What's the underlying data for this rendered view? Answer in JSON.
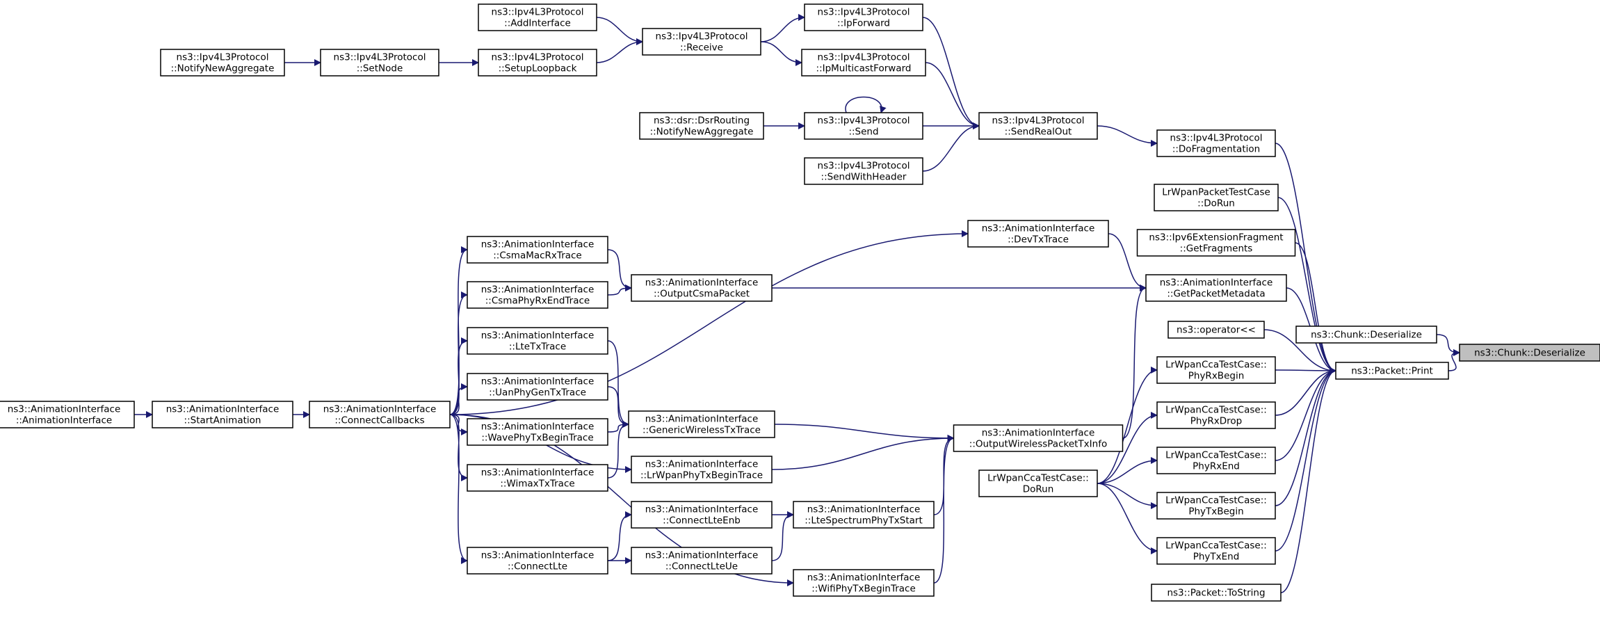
{
  "colors": {
    "edge": "#191970",
    "node_border": "#000000",
    "highlight_fill": "#bfbfbf",
    "background": "#ffffff"
  },
  "nodes": {
    "chunk_deserialize_target": {
      "lines": [
        "ns3::Chunk::Deserialize"
      ]
    },
    "chunk_deserialize": {
      "lines": [
        "ns3::Chunk::Deserialize"
      ]
    },
    "packet_print": {
      "lines": [
        "ns3::Packet::Print"
      ]
    },
    "packet_tostring": {
      "lines": [
        "ns3::Packet::ToString"
      ]
    },
    "operator_lshift": {
      "lines": [
        "ns3::operator<<"
      ]
    },
    "lrwpan_packet_test_dorun": {
      "lines": [
        "LrWpanPacketTestCase",
        "::DoRun"
      ]
    },
    "ipv6_ext_fragment_getfragments": {
      "lines": [
        "ns3::Ipv6ExtensionFragment",
        "::GetFragments"
      ]
    },
    "ipv4_dofragmentation": {
      "lines": [
        "ns3::Ipv4L3Protocol",
        "::DoFragmentation"
      ]
    },
    "anim_getpacketmetadata": {
      "lines": [
        "ns3::AnimationInterface",
        "::GetPacketMetadata"
      ]
    },
    "cca_phyrxbegin": {
      "lines": [
        "LrWpanCcaTestCase::",
        "PhyRxBegin"
      ]
    },
    "cca_phyrxdrop": {
      "lines": [
        "LrWpanCcaTestCase::",
        "PhyRxDrop"
      ]
    },
    "cca_phyrxend": {
      "lines": [
        "LrWpanCcaTestCase::",
        "PhyRxEnd"
      ]
    },
    "cca_phytxbegin": {
      "lines": [
        "LrWpanCcaTestCase::",
        "PhyTxBegin"
      ]
    },
    "cca_phytxend": {
      "lines": [
        "LrWpanCcaTestCase::",
        "PhyTxEnd"
      ]
    },
    "cca_dorun": {
      "lines": [
        "LrWpanCcaTestCase::",
        "DoRun"
      ]
    },
    "ipv4_sendrealout": {
      "lines": [
        "ns3::Ipv4L3Protocol",
        "::SendRealOut"
      ]
    },
    "anim_devtxtrace": {
      "lines": [
        "ns3::AnimationInterface",
        "::DevTxTrace"
      ]
    },
    "anim_outputwirelesspackettxinfo": {
      "lines": [
        "ns3::AnimationInterface",
        "::OutputWirelessPacketTxInfo"
      ]
    },
    "ipv4_ipforward": {
      "lines": [
        "ns3::Ipv4L3Protocol",
        "::IpForward"
      ]
    },
    "ipv4_ipmulticastforward": {
      "lines": [
        "ns3::Ipv4L3Protocol",
        "::IpMulticastForward"
      ]
    },
    "ipv4_send": {
      "lines": [
        "ns3::Ipv4L3Protocol",
        "::Send"
      ]
    },
    "ipv4_sendwithheader": {
      "lines": [
        "ns3::Ipv4L3Protocol",
        "::SendWithHeader"
      ]
    },
    "anim_ltespectrumphytxstart": {
      "lines": [
        "ns3::AnimationInterface",
        "::LteSpectrumPhyTxStart"
      ]
    },
    "anim_wifiphytxbegintrace": {
      "lines": [
        "ns3::AnimationInterface",
        "::WifiPhyTxBeginTrace"
      ]
    },
    "ipv4_receive": {
      "lines": [
        "ns3::Ipv4L3Protocol",
        "::Receive"
      ]
    },
    "dsr_notifynewaggregate": {
      "lines": [
        "ns3::dsr::DsrRouting",
        "::NotifyNewAggregate"
      ]
    },
    "anim_outputcsmapacket": {
      "lines": [
        "ns3::AnimationInterface",
        "::OutputCsmaPacket"
      ]
    },
    "anim_genericwirelesstxtrace": {
      "lines": [
        "ns3::AnimationInterface",
        "::GenericWirelessTxTrace"
      ]
    },
    "anim_lrwpanphytxbegintrace": {
      "lines": [
        "ns3::AnimationInterface",
        "::LrWpanPhyTxBeginTrace"
      ]
    },
    "anim_connectlteenb": {
      "lines": [
        "ns3::AnimationInterface",
        "::ConnectLteEnb"
      ]
    },
    "anim_connectlteue": {
      "lines": [
        "ns3::AnimationInterface",
        "::ConnectLteUe"
      ]
    },
    "ipv4_addinterface": {
      "lines": [
        "ns3::Ipv4L3Protocol",
        "::AddInterface"
      ]
    },
    "ipv4_setuploopback": {
      "lines": [
        "ns3::Ipv4L3Protocol",
        "::SetupLoopback"
      ]
    },
    "anim_csmamacrxtrace": {
      "lines": [
        "ns3::AnimationInterface",
        "::CsmaMacRxTrace"
      ]
    },
    "anim_csmaphyrxendtrace": {
      "lines": [
        "ns3::AnimationInterface",
        "::CsmaPhyRxEndTrace"
      ]
    },
    "anim_ltetxtrace": {
      "lines": [
        "ns3::AnimationInterface",
        "::LteTxTrace"
      ]
    },
    "anim_uanphygentxtrace": {
      "lines": [
        "ns3::AnimationInterface",
        "::UanPhyGenTxTrace"
      ]
    },
    "anim_wavephytxbegintrace": {
      "lines": [
        "ns3::AnimationInterface",
        "::WavePhyTxBeginTrace"
      ]
    },
    "anim_wimaxtxtrace": {
      "lines": [
        "ns3::AnimationInterface",
        "::WimaxTxTrace"
      ]
    },
    "anim_connectlte": {
      "lines": [
        "ns3::AnimationInterface",
        "::ConnectLte"
      ]
    },
    "ipv4_setnode": {
      "lines": [
        "ns3::Ipv4L3Protocol",
        "::SetNode"
      ]
    },
    "anim_connectcallbacks": {
      "lines": [
        "ns3::AnimationInterface",
        "::ConnectCallbacks"
      ]
    },
    "ipv4_notifynewaggregate": {
      "lines": [
        "ns3::Ipv4L3Protocol",
        "::NotifyNewAggregate"
      ]
    },
    "anim_startanimation": {
      "lines": [
        "ns3::AnimationInterface",
        "::StartAnimation"
      ]
    },
    "anim_animationinterface": {
      "lines": [
        "ns3::AnimationInterface",
        "::AnimationInterface"
      ]
    }
  },
  "edges": [
    [
      "chunk_deserialize",
      "chunk_deserialize_target"
    ],
    [
      "packet_print",
      "chunk_deserialize_target"
    ],
    [
      "packet_tostring",
      "packet_print"
    ],
    [
      "operator_lshift",
      "packet_print"
    ],
    [
      "lrwpan_packet_test_dorun",
      "packet_print"
    ],
    [
      "ipv6_ext_fragment_getfragments",
      "packet_print"
    ],
    [
      "ipv4_dofragmentation",
      "packet_print"
    ],
    [
      "anim_getpacketmetadata",
      "packet_print"
    ],
    [
      "cca_phyrxbegin",
      "packet_print"
    ],
    [
      "cca_phyrxdrop",
      "packet_print"
    ],
    [
      "cca_phyrxend",
      "packet_print"
    ],
    [
      "cca_phytxbegin",
      "packet_print"
    ],
    [
      "cca_phytxend",
      "packet_print"
    ],
    [
      "cca_dorun",
      "cca_phyrxbegin"
    ],
    [
      "cca_dorun",
      "cca_phyrxdrop"
    ],
    [
      "cca_dorun",
      "cca_phyrxend"
    ],
    [
      "cca_dorun",
      "cca_phytxbegin"
    ],
    [
      "cca_dorun",
      "cca_phytxend"
    ],
    [
      "ipv4_sendrealout",
      "ipv4_dofragmentation"
    ],
    [
      "anim_devtxtrace",
      "anim_getpacketmetadata"
    ],
    [
      "anim_outputcsmapacket",
      "anim_getpacketmetadata"
    ],
    [
      "anim_outputwirelesspackettxinfo",
      "anim_getpacketmetadata"
    ],
    [
      "ipv4_ipforward",
      "ipv4_sendrealout"
    ],
    [
      "ipv4_ipmulticastforward",
      "ipv4_sendrealout"
    ],
    [
      "ipv4_send",
      "ipv4_sendrealout"
    ],
    [
      "ipv4_sendwithheader",
      "ipv4_sendrealout"
    ],
    [
      "anim_genericwirelesstxtrace",
      "anim_outputwirelesspackettxinfo"
    ],
    [
      "anim_lrwpanphytxbegintrace",
      "anim_outputwirelesspackettxinfo"
    ],
    [
      "anim_ltespectrumphytxstart",
      "anim_outputwirelesspackettxinfo"
    ],
    [
      "anim_wifiphytxbegintrace",
      "anim_outputwirelesspackettxinfo"
    ],
    [
      "ipv4_receive",
      "ipv4_ipforward"
    ],
    [
      "ipv4_receive",
      "ipv4_ipmulticastforward"
    ],
    [
      "ipv4_send",
      "ipv4_send"
    ],
    [
      "dsr_notifynewaggregate",
      "ipv4_send"
    ],
    [
      "anim_connectlteenb",
      "anim_ltespectrumphytxstart"
    ],
    [
      "anim_connectlteue",
      "anim_ltespectrumphytxstart"
    ],
    [
      "ipv4_addinterface",
      "ipv4_receive"
    ],
    [
      "ipv4_setuploopback",
      "ipv4_receive"
    ],
    [
      "anim_csmamacrxtrace",
      "anim_outputcsmapacket"
    ],
    [
      "anim_csmaphyrxendtrace",
      "anim_outputcsmapacket"
    ],
    [
      "anim_ltetxtrace",
      "anim_genericwirelesstxtrace"
    ],
    [
      "anim_uanphygentxtrace",
      "anim_genericwirelesstxtrace"
    ],
    [
      "anim_wavephytxbegintrace",
      "anim_genericwirelesstxtrace"
    ],
    [
      "anim_wimaxtxtrace",
      "anim_genericwirelesstxtrace"
    ],
    [
      "anim_connectlte",
      "anim_connectlteenb"
    ],
    [
      "anim_connectlte",
      "anim_connectlteue"
    ],
    [
      "ipv4_setnode",
      "ipv4_setuploopback"
    ],
    [
      "ipv4_notifynewaggregate",
      "ipv4_setnode"
    ],
    [
      "anim_connectcallbacks",
      "anim_devtxtrace"
    ],
    [
      "anim_connectcallbacks",
      "anim_csmamacrxtrace"
    ],
    [
      "anim_connectcallbacks",
      "anim_csmaphyrxendtrace"
    ],
    [
      "anim_connectcallbacks",
      "anim_ltetxtrace"
    ],
    [
      "anim_connectcallbacks",
      "anim_uanphygentxtrace"
    ],
    [
      "anim_connectcallbacks",
      "anim_wavephytxbegintrace"
    ],
    [
      "anim_connectcallbacks",
      "anim_wimaxtxtrace"
    ],
    [
      "anim_connectcallbacks",
      "anim_lrwpanphytxbegintrace"
    ],
    [
      "anim_connectcallbacks",
      "anim_connectlte"
    ],
    [
      "anim_connectcallbacks",
      "anim_wifiphytxbegintrace"
    ],
    [
      "anim_startanimation",
      "anim_connectcallbacks"
    ],
    [
      "anim_animationinterface",
      "anim_startanimation"
    ]
  ]
}
